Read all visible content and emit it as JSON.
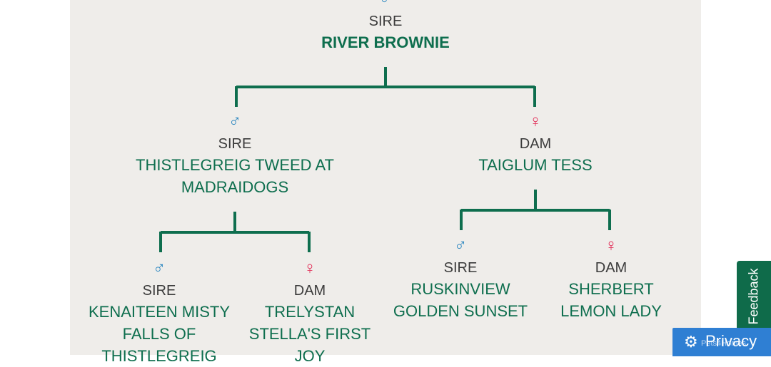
{
  "colors": {
    "line": "#0e6e4e",
    "male": "#2a86c0",
    "female": "#e2315a",
    "panel": "#efedea"
  },
  "pedigree": {
    "root": {
      "symbol": "♂",
      "role": "SIRE",
      "name": "RIVER BROWNIE"
    },
    "sire": {
      "symbol": "♂",
      "role": "SIRE",
      "name_lines": [
        "THISTLEGREIG TWEED AT",
        "MADRAIDOGS"
      ]
    },
    "dam": {
      "symbol": "♀",
      "role": "DAM",
      "name_lines": [
        "TAIGLUM TESS"
      ]
    },
    "sire_sire": {
      "symbol": "♂",
      "role": "SIRE",
      "name_lines": [
        "KENAITEEN MISTY",
        "FALLS OF",
        "THISTLEGREIG"
      ]
    },
    "sire_dam": {
      "symbol": "♀",
      "role": "DAM",
      "name_lines": [
        "TRELYSTAN",
        "STELLA'S FIRST",
        "JOY"
      ]
    },
    "dam_sire": {
      "symbol": "♂",
      "role": "SIRE",
      "name_lines": [
        "RUSKINVIEW",
        "GOLDEN SUNSET"
      ]
    },
    "dam_dam": {
      "symbol": "♀",
      "role": "DAM",
      "name_lines": [
        "SHERBERT",
        "LEMON LADY"
      ]
    }
  },
  "feedback": {
    "label": "Feedback"
  },
  "privacy": {
    "label": "Privacy",
    "icon": "gear-icon",
    "tag": "Pets4Homes"
  }
}
